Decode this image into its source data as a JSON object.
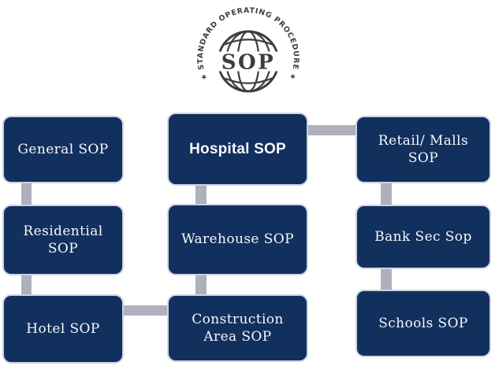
{
  "colors": {
    "box_fill": "#12305e",
    "box_border": "#ccd4e4",
    "box_text": "#f7f8fa",
    "connector": "#aeb1bd",
    "logo_color": "#3d3d3d",
    "background": "#ffffff"
  },
  "logo": {
    "arc_text": "★ STANDARD OPERATING PROCEDURE ★",
    "monogram": "SOP"
  },
  "boxes": [
    {
      "id": "general-sop",
      "lines": [
        "General SOP"
      ]
    },
    {
      "id": "residential-sop",
      "lines": [
        "Residential",
        "SOP"
      ]
    },
    {
      "id": "hotel-sop",
      "lines": [
        "Hotel SOP"
      ]
    },
    {
      "id": "hospital-sop",
      "lines": [
        "Hospital SOP"
      ]
    },
    {
      "id": "warehouse-sop",
      "lines": [
        "Warehouse SOP"
      ]
    },
    {
      "id": "construction-area-sop",
      "lines": [
        "Construction",
        "Area SOP"
      ]
    },
    {
      "id": "retail-malls-sop",
      "lines": [
        "Retail/ Malls",
        "SOP"
      ]
    },
    {
      "id": "bank-sec-sop",
      "lines": [
        "Bank Sec Sop"
      ]
    },
    {
      "id": "schools-sop",
      "lines": [
        "Schools SOP"
      ]
    }
  ]
}
